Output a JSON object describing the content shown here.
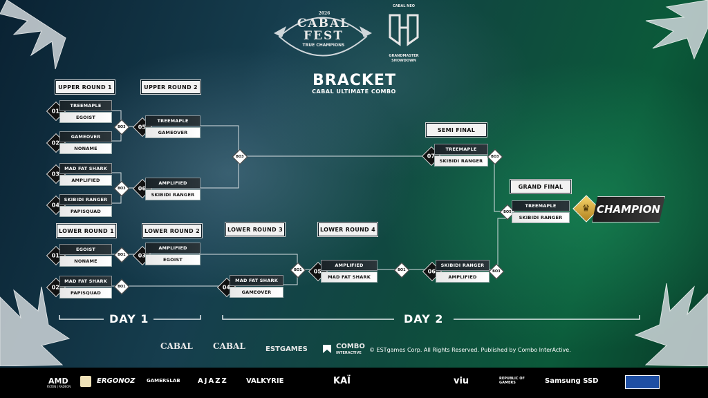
{
  "event": {
    "logo_year": "2026",
    "logo_line1": "CABAL",
    "logo_line2": "FEST",
    "logo_tagline": "TRUE CHAMPIONS",
    "partner_top": "CABAL NEO",
    "partner_bottom": "GRANDMASTER SHOWDOWN"
  },
  "title": "BRACKET",
  "subtitle": "CABAL ULTIMATE COMBO",
  "rounds": {
    "upper1": "UPPER ROUND 1",
    "upper2": "UPPER ROUND 2",
    "semi": "SEMI FINAL",
    "grand": "GRAND FINAL",
    "lower1": "LOWER ROUND 1",
    "lower2": "LOWER ROUND 2",
    "lower3": "LOWER ROUND 3",
    "lower4": "LOWER ROUND 4"
  },
  "teams": {
    "u1_01_a": "TREEMAPLE",
    "u1_01_b": "EGOIST",
    "u1_02_a": "GAMEOVER",
    "u1_02_b": "NONAME",
    "u1_03_a": "MAD FAT SHARK",
    "u1_03_b": "AMPLIFIED",
    "u1_04_a": "SKIBIDI RANGER",
    "u1_04_b": "PAPISQUAD",
    "u2_05_a": "TREEMAPLE",
    "u2_05_b": "GAMEOVER",
    "u2_06_a": "AMPLIFIED",
    "u2_06_b": "SKIBIDI RANGER",
    "sf_07_a": "TREEMAPLE",
    "sf_07_b": "SKIBIDI RANGER",
    "gf_a": "TREEMAPLE",
    "gf_b": "SKIBIDI RANGER",
    "l1_01_a": "EGOIST",
    "l1_01_b": "NONAME",
    "l1_02_a": "MAD FAT SHARK",
    "l1_02_b": "PAPISQUAD",
    "l2_03_a": "AMPLIFIED",
    "l2_03_b": "EGOIST",
    "l3_04_a": "MAD FAT SHARK",
    "l3_04_b": "GAMEOVER",
    "l4_05_a": "AMPLIFIED",
    "l4_05_b": "MAD FAT SHARK",
    "l5_06_a": "SKIBIDI RANGER",
    "l5_06_b": "AMPLIFIED"
  },
  "seeds": {
    "u01": "01",
    "u02": "02",
    "u03": "03",
    "u04": "04",
    "u05": "05",
    "u06": "06",
    "u07": "07",
    "l01": "01",
    "l02": "02",
    "l03": "03",
    "l04": "04",
    "l05": "05",
    "l06": "06"
  },
  "formats": {
    "u_a": "BO3",
    "u_b": "BO3",
    "u_c": "BO3",
    "sf": "BO3",
    "gf": "BO5",
    "l_a": "BO1",
    "l_b": "BO1",
    "l_c": "BO1",
    "l_d": "BO1",
    "l_e": "BO3"
  },
  "champion": "CHAMPION",
  "days": {
    "day1": "DAY 1",
    "day2": "DAY 2"
  },
  "credits": {
    "cabal1": "CABAL",
    "cabal2": "CABAL",
    "est": "ESTGAMES",
    "combo": "COMBO",
    "combo_sub": "INTERACTIVE",
    "copyright": "© ESTgames Corp. All Rights Reserved. Published by Combo InterActive."
  },
  "sponsors": [
    "AMD",
    "ERGONOZ",
    "GAMERSLAB",
    "AJAZZ",
    "VALKYRIE",
    "KAÏ",
    "viu",
    "REPUBLIC OF GAMERS",
    "Samsung SSD"
  ],
  "sponsor_sub": {
    "amd": "RYZEN | RADEON"
  },
  "colors": {
    "accent_green": "#0b5a3a",
    "panel_dark": "#1a2328",
    "gold": "#f7d56a"
  }
}
